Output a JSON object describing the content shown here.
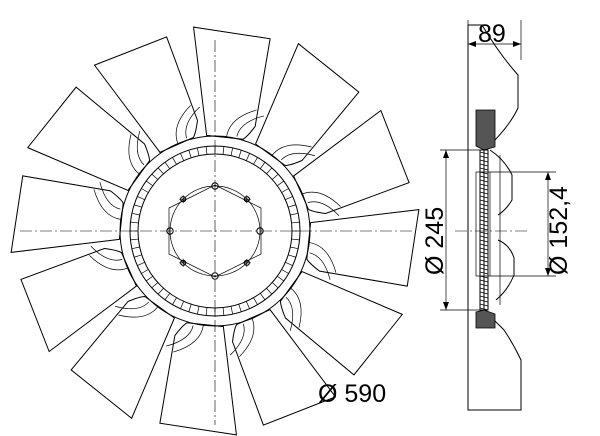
{
  "dimensions": {
    "outer_diameter": "Ø 590",
    "hub_width": "89",
    "flange_diameter": "Ø 245",
    "bolt_circle_diameter": "Ø 152,4"
  },
  "blade_count": 12,
  "hub_bolt_count": 4,
  "hub_pin_count": 4
}
